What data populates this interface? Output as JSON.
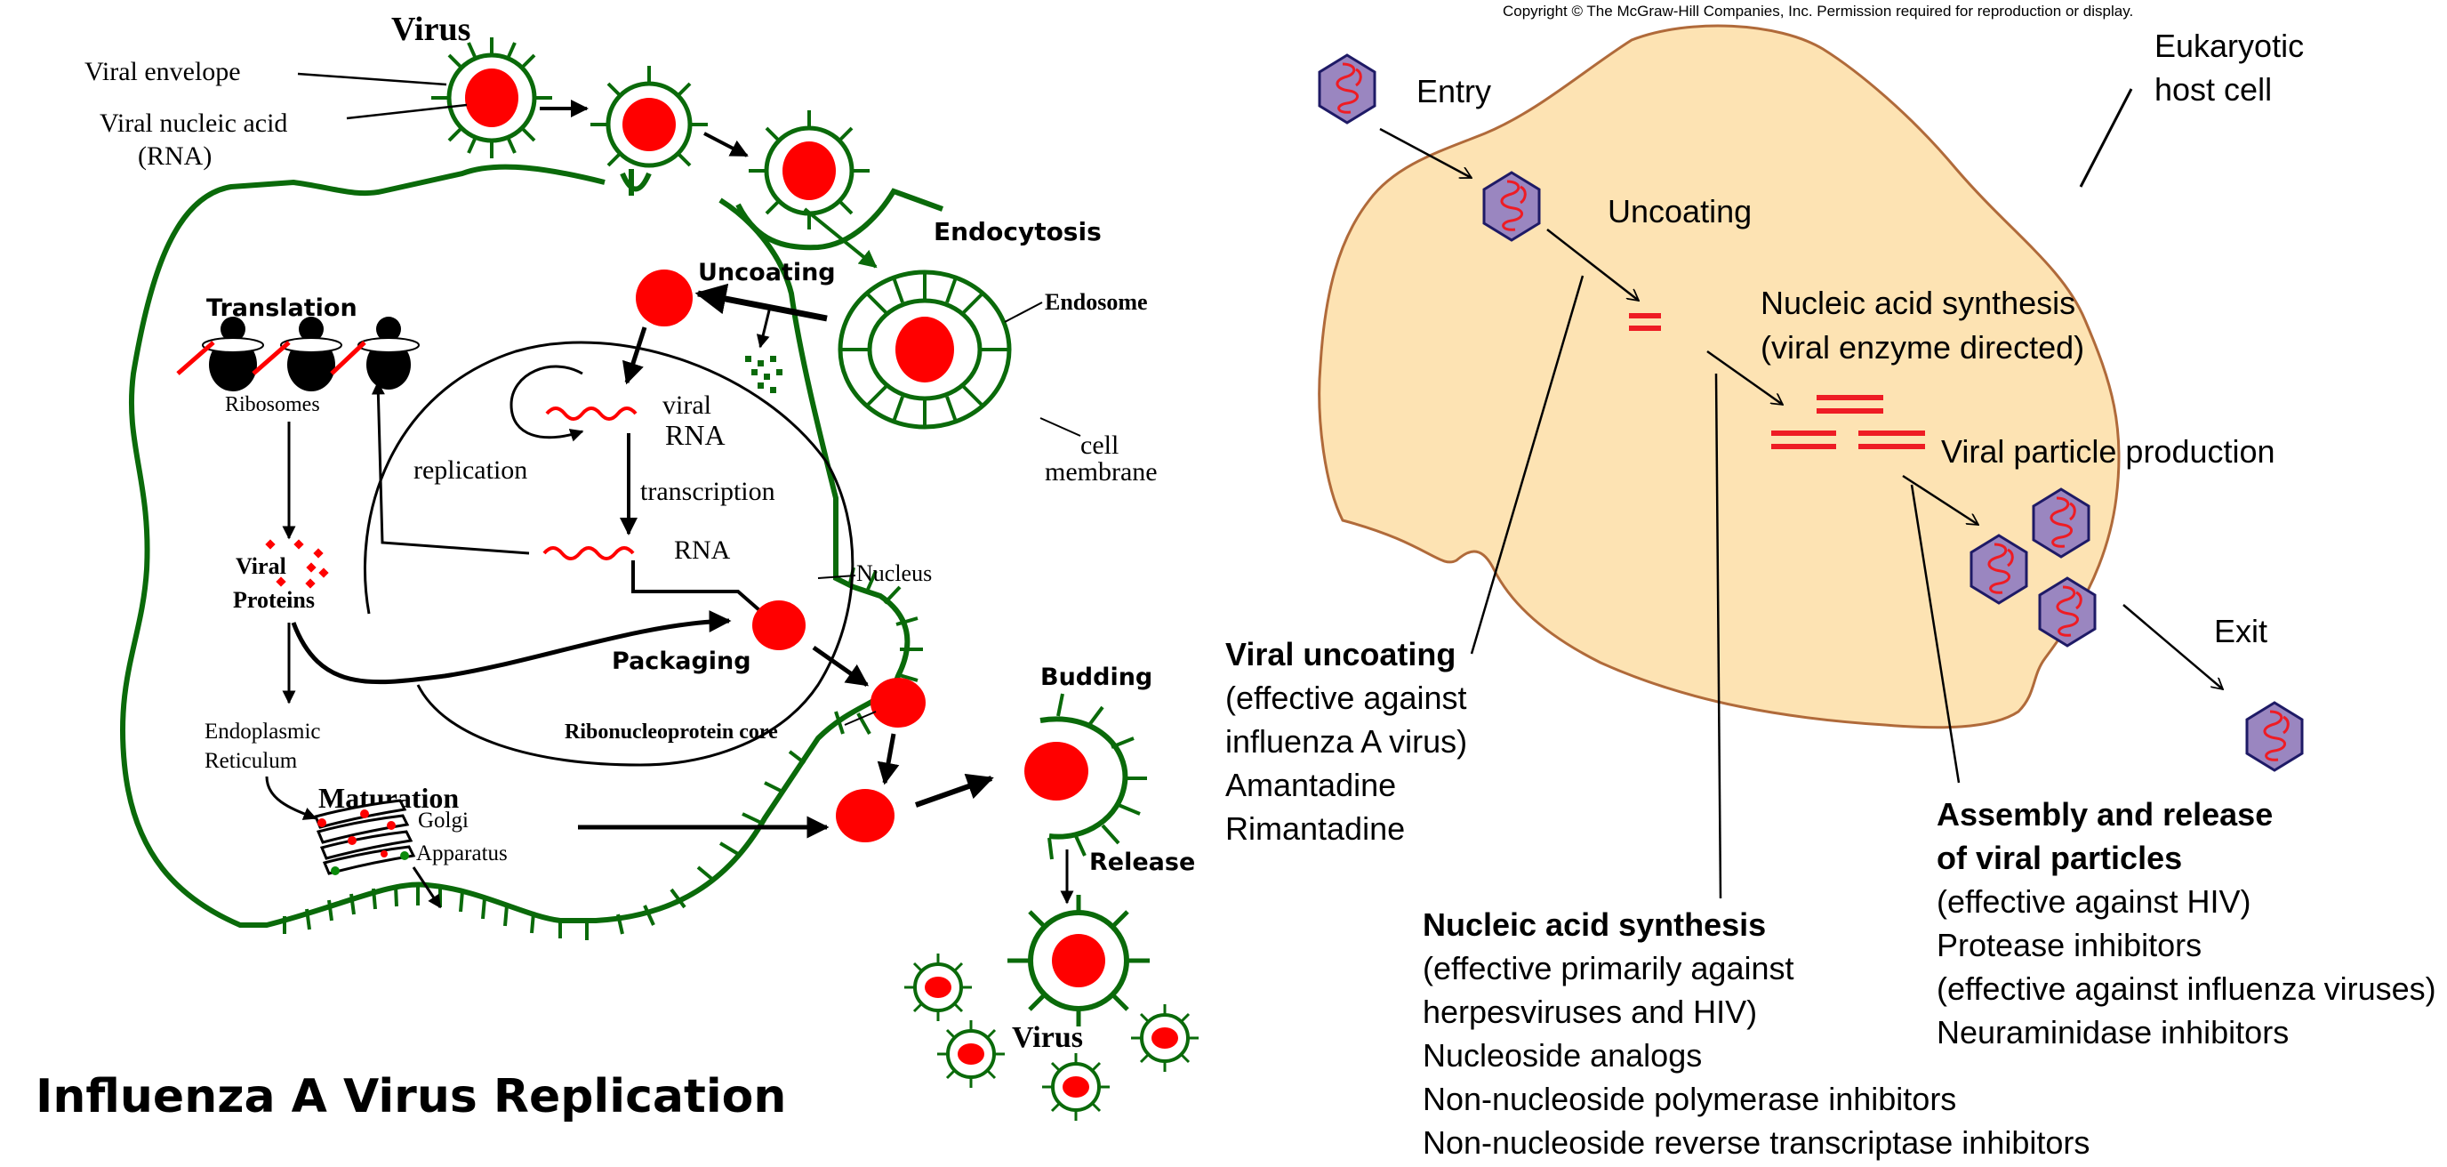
{
  "left_diagram": {
    "title": "Influenza A Virus Replication",
    "labels": {
      "virus_top": "Virus",
      "viral_envelope": "Viral envelope",
      "viral_nucleic_acid": "Viral nucleic acid",
      "rna_paren": "(RNA)",
      "endocytosis": "Endocytosis",
      "endosome": "Endosome",
      "uncoating": "Uncoating",
      "cell": "cell",
      "membrane": "membrane",
      "translation": "Translation",
      "ribosomes": "Ribosomes",
      "viral_rna_1": "viral",
      "viral_rna_2": "RNA",
      "replication": "replication",
      "transcription": "transcription",
      "rna": "RNA",
      "nucleus": "Nucleus",
      "viral_proteins_1": "Viral",
      "viral_proteins_2": "Proteins",
      "packaging": "Packaging",
      "ribonucleoprotein_core": "Ribonucleoprotein core",
      "endoplasmic": "Endoplasmic",
      "reticulum": "Reticulum",
      "maturation": "Maturation",
      "golgi": "Golgi",
      "apparatus": "Apparatus",
      "budding": "Budding",
      "release": "Release",
      "virus_bottom": "Virus"
    }
  },
  "right_diagram": {
    "copyright": "Copyright © The McGraw-Hill Companies, Inc. Permission required for reproduction or display.",
    "host_cell_1": "Eukaryotic",
    "host_cell_2": "host cell",
    "entry": "Entry",
    "uncoating": "Uncoating",
    "nucleic_synth_1": "Nucleic acid synthesis",
    "nucleic_synth_2": "(viral enzyme directed)",
    "particle_production": "Viral particle production",
    "exit": "Exit",
    "targets": {
      "uncoating": {
        "heading": "Viral uncoating",
        "lines": [
          "(effective against",
          "influenza A virus)",
          "Amantadine",
          "Rimantadine"
        ]
      },
      "nucleic": {
        "heading": "Nucleic acid synthesis",
        "lines": [
          "(effective primarily against",
          "herpesviruses and HIV)",
          "Nucleoside analogs",
          "Non-nucleoside polymerase inhibitors",
          "Non-nucleoside reverse transcriptase inhibitors"
        ]
      },
      "assembly": {
        "heading_1": "Assembly and release",
        "heading_2": "of viral particles",
        "lines": [
          "(effective against HIV)",
          "Protease inhibitors",
          "(effective against influenza viruses)",
          "Neuraminidase inhibitors"
        ]
      }
    },
    "colors": {
      "cell_fill": "#fde3b3",
      "cell_stroke": "#b06a3a",
      "capsid_fill": "#9a86c0",
      "capsid_stroke": "#1e1a66",
      "nucleic_red": "#ee1c24"
    }
  },
  "colors": {
    "membrane_green": "#0a6a0a",
    "core_red": "#ff0000"
  }
}
